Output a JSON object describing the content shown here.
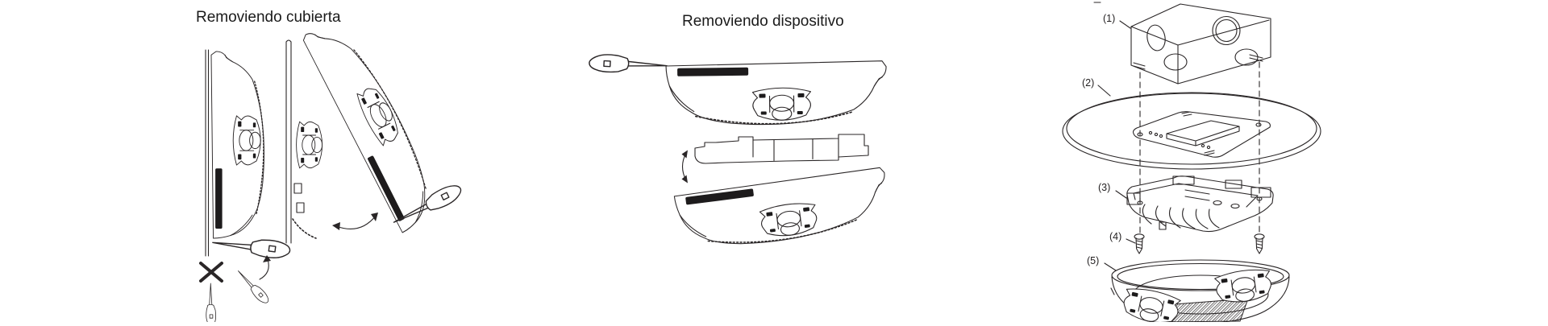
{
  "colors": {
    "background": "#ffffff",
    "line": "#2a2627",
    "label_bar": "#1d1b1c"
  },
  "panels": {
    "removing_cover": {
      "title": "Removiendo cubierta"
    },
    "removing_device": {
      "title": "Removiendo dispositivo"
    },
    "exploded_view": {
      "part_labels": [
        "(1)",
        "(2)",
        "(3)",
        "(4)",
        "(5)"
      ],
      "parts": [
        "junction-box",
        "ceiling-plate",
        "mounting-bracket",
        "screws",
        "detector-dome"
      ]
    }
  }
}
